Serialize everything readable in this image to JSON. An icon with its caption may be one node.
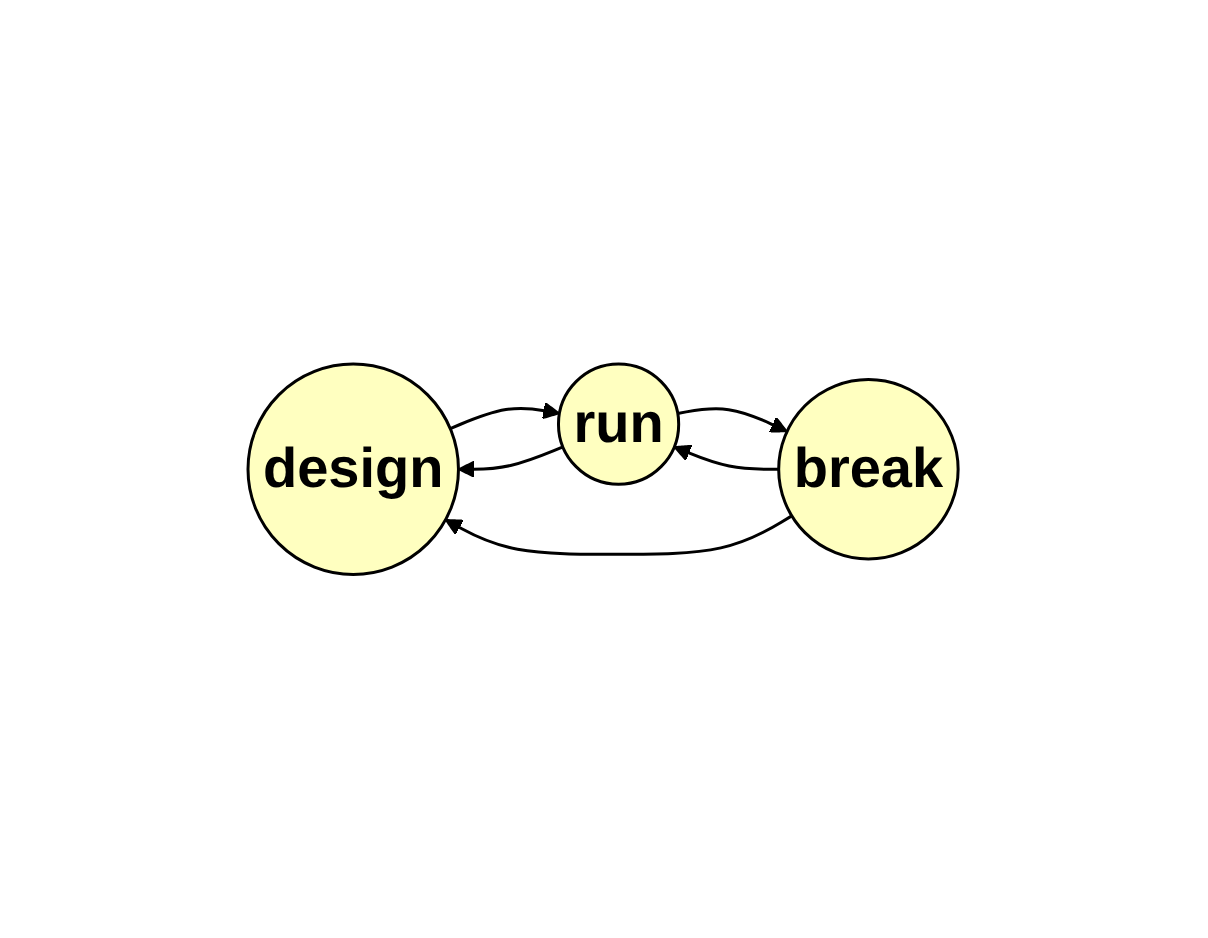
{
  "diagram": {
    "nodes": [
      {
        "text": [
          "design"
        ]
      },
      {
        "text": [
          "run"
        ]
      },
      {
        "text": [
          "break"
        ]
      }
    ],
    "edges": [
      {
        "from": 0,
        "to": 1,
        "arrow": "to"
      },
      {
        "from": 1,
        "to": 0,
        "arrow": "to"
      },
      {
        "from": 1,
        "to": 2,
        "arrow": "to"
      },
      {
        "from": 2,
        "to": 1,
        "arrow": "to"
      },
      {
        "from": 2,
        "to": 0,
        "arrow": "to"
      }
    ]
  }
}
